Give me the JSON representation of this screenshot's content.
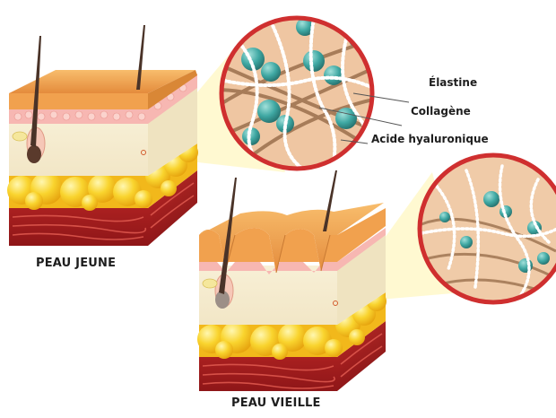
{
  "annotations": {
    "elastine": "Élastine",
    "collagene": "Collagène",
    "acide": "Acide hyaluronique"
  },
  "captions": {
    "young": "PEAU JEUNE",
    "old": "PEAU VIEILLE"
  },
  "colors": {
    "circle_border": "#cf2f2f",
    "circle_fill": "#f0c9a6",
    "elastin_fibers": "#ffffff",
    "collagen_fibers": "#9a6f4c",
    "hyaluronic_blobs": "#3a9e9a",
    "epidermis": "#f3a552",
    "dermis": "#f6eed5",
    "fat": "#f7c928",
    "muscle": "#b01f22",
    "hair": "#4a3328",
    "zoom_highlight": "#fff5b8"
  },
  "icons": [
    "young-skin-cross-section",
    "aged-skin-cross-section",
    "young-dermis-zoom",
    "aged-dermis-zoom"
  ]
}
